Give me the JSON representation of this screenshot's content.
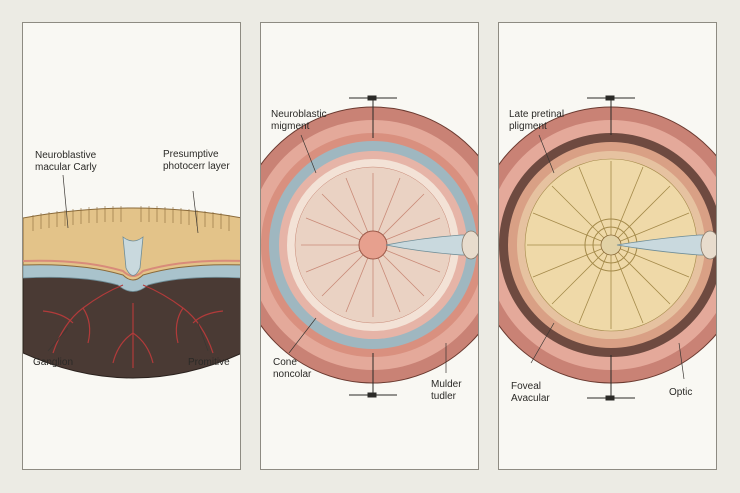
{
  "panels": [
    {
      "labels": {
        "top_left": "Neuroblastive\nmacular Carly",
        "top_right": "Presumptive\nphotocerr layer",
        "bottom_left": "Ganglion",
        "bottom_right": "Promitive"
      }
    },
    {
      "labels": {
        "top_left": "Neuroblastic\nmigment",
        "bottom_left": "Cone\nnoncolar",
        "bottom_right": "Mulder\ntudler"
      }
    },
    {
      "labels": {
        "top_left": "Late pretinal\npligment",
        "bottom_left": "Foveal\nAvacular",
        "bottom_right": "Optic"
      }
    }
  ],
  "colors": {
    "background": "#ecebe4",
    "panel": "#f9f8f3",
    "tan_layer": "#e3c389",
    "dark_layer": "#4a3a34",
    "vessel": "#b23a3a",
    "outer_ring": "#d88b7a",
    "blue_layer": "#9fb7c0"
  }
}
